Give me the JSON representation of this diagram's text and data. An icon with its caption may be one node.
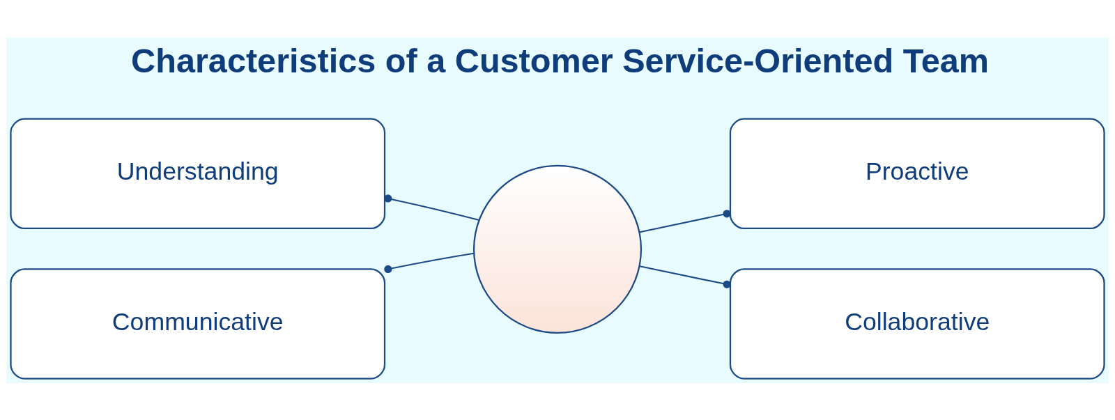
{
  "diagram": {
    "title": "Characteristics of a Customer Service-Oriented Team",
    "nodes": [
      {
        "text": [
          "Understanding"
        ]
      },
      {
        "text": [],
        "shape": "picture"
      },
      {
        "text": [
          "Proactive"
        ]
      },
      {
        "text": [
          "Communicative"
        ]
      },
      {
        "text": [
          "Collaborative"
        ]
      }
    ],
    "edges": [
      {
        "from": 1,
        "to": 0,
        "arrow": "other"
      },
      {
        "from": 1,
        "to": 2,
        "arrow": "other"
      },
      {
        "from": 1,
        "to": 3,
        "arrow": "other"
      },
      {
        "from": 1,
        "to": 4,
        "arrow": "other"
      }
    ]
  }
}
